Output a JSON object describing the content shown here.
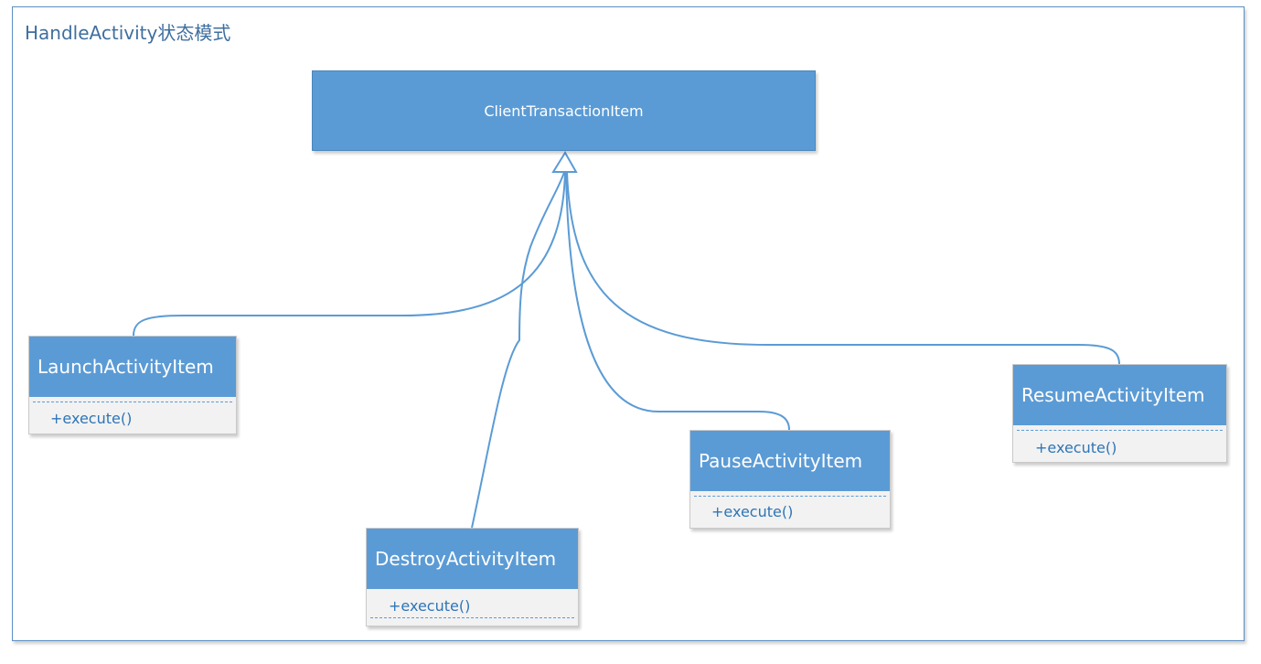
{
  "diagram": {
    "title": "HandleActivity状态模式",
    "parent": {
      "name": "ClientTransactionItem"
    },
    "classes": [
      {
        "id": "launch",
        "name": "LaunchActivityItem",
        "method": "+execute()"
      },
      {
        "id": "destroy",
        "name": "DestroyActivityItem",
        "method": "+execute()"
      },
      {
        "id": "pause",
        "name": "PauseActivityItem",
        "method": "+execute()"
      },
      {
        "id": "resume",
        "name": "ResumeActivityItem",
        "method": "+execute()"
      }
    ],
    "relations": [
      {
        "from": "launch",
        "to": "ClientTransactionItem",
        "type": "generalization"
      },
      {
        "from": "destroy",
        "to": "ClientTransactionItem",
        "type": "generalization"
      },
      {
        "from": "pause",
        "to": "ClientTransactionItem",
        "type": "generalization"
      },
      {
        "from": "resume",
        "to": "ClientTransactionItem",
        "type": "generalization"
      }
    ],
    "colors": {
      "class_header": "#5b9bd5",
      "class_body": "#f2f2f2",
      "connector": "#5b9bd5",
      "frame_border": "#5b8fc5",
      "title_text": "#3f6f9f",
      "method_text": "#2e75b6"
    }
  }
}
